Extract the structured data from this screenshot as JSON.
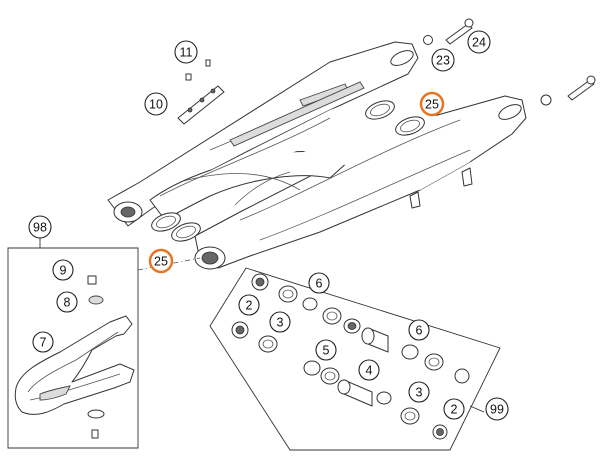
{
  "diagram": {
    "highlight_color": "#e8731e",
    "callouts": [
      {
        "id": "c11",
        "label": "11",
        "highlight": false
      },
      {
        "id": "c10",
        "label": "10",
        "highlight": false
      },
      {
        "id": "c24",
        "label": "24",
        "highlight": false
      },
      {
        "id": "c23",
        "label": "23",
        "highlight": false
      },
      {
        "id": "c25a",
        "label": "25",
        "highlight": true
      },
      {
        "id": "c25b",
        "label": "25",
        "highlight": true
      },
      {
        "id": "c98",
        "label": "98",
        "highlight": false
      },
      {
        "id": "c9",
        "label": "9",
        "highlight": false
      },
      {
        "id": "c8",
        "label": "8",
        "highlight": false
      },
      {
        "id": "c7",
        "label": "7",
        "highlight": false
      },
      {
        "id": "c6a",
        "label": "6",
        "highlight": false
      },
      {
        "id": "c2a",
        "label": "2",
        "highlight": false
      },
      {
        "id": "c3a",
        "label": "3",
        "highlight": false
      },
      {
        "id": "c5",
        "label": "5",
        "highlight": false
      },
      {
        "id": "c6b",
        "label": "6",
        "highlight": false
      },
      {
        "id": "c4",
        "label": "4",
        "highlight": false
      },
      {
        "id": "c3b",
        "label": "3",
        "highlight": false
      },
      {
        "id": "c2b",
        "label": "2",
        "highlight": false
      },
      {
        "id": "c99",
        "label": "99",
        "highlight": false
      }
    ]
  }
}
